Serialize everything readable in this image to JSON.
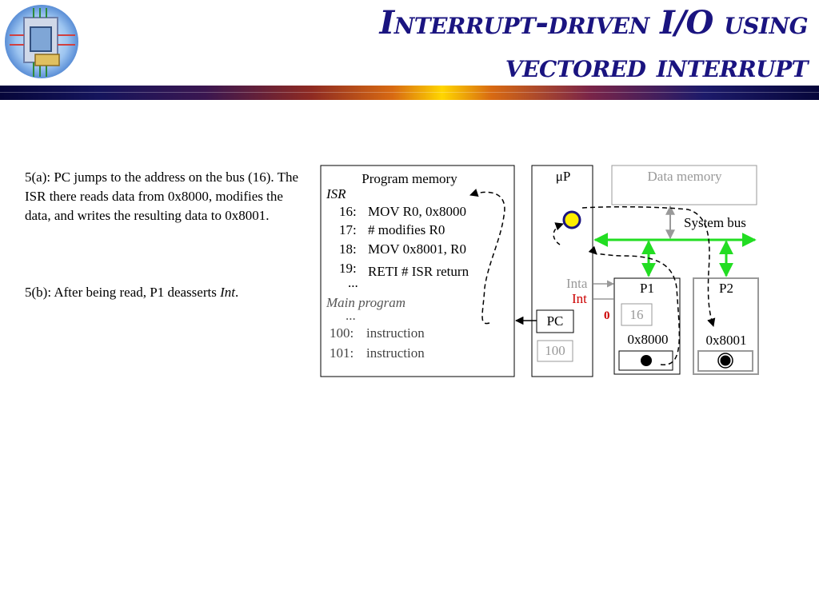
{
  "slide": {
    "title_line1": "Interrupt-driven I/O using",
    "title_line2": "vectored interrupt",
    "step_a": "5(a): PC jumps to the address on the bus (16).  The ISR there reads data from 0x8000, modifies the data, and writes the resulting data to 0x8001.",
    "step_b_prefix": "5(b): After being read, P1 deasserts ",
    "step_b_italic": "Int",
    "step_b_suffix": "."
  },
  "program_memory": {
    "title": "Program memory",
    "isr_label": "ISR",
    "isr_lines": [
      {
        "addr": "16:",
        "text": "MOV R0, 0x8000"
      },
      {
        "addr": "17:",
        "text": "# modifies R0"
      },
      {
        "addr": "18:",
        "text": "MOV 0x8001, R0"
      },
      {
        "addr": "19:",
        "text": "RETI  # ISR return"
      }
    ],
    "ellipsis": "...",
    "main_label": "Main program",
    "main_lines": [
      {
        "addr": "100:",
        "text": "instruction"
      },
      {
        "addr": "101:",
        "text": "instruction"
      }
    ]
  },
  "processor": {
    "title": "μP",
    "pc_label": "PC",
    "pc_value": "100"
  },
  "data_memory": {
    "title": "Data memory"
  },
  "bus": {
    "label": "System bus"
  },
  "signals": {
    "inta": "Inta",
    "int": "Int",
    "int_value": "0"
  },
  "p1": {
    "title": "P1",
    "vector": "16",
    "address": "0x8000"
  },
  "p2": {
    "title": "P2",
    "address": "0x8001"
  },
  "colors": {
    "title": "#1a1480",
    "bus": "#22dd22",
    "int_label": "#cc0000",
    "inactive": "#999999",
    "led_fill": "#ffee00",
    "led_ring": "#1a1480"
  }
}
